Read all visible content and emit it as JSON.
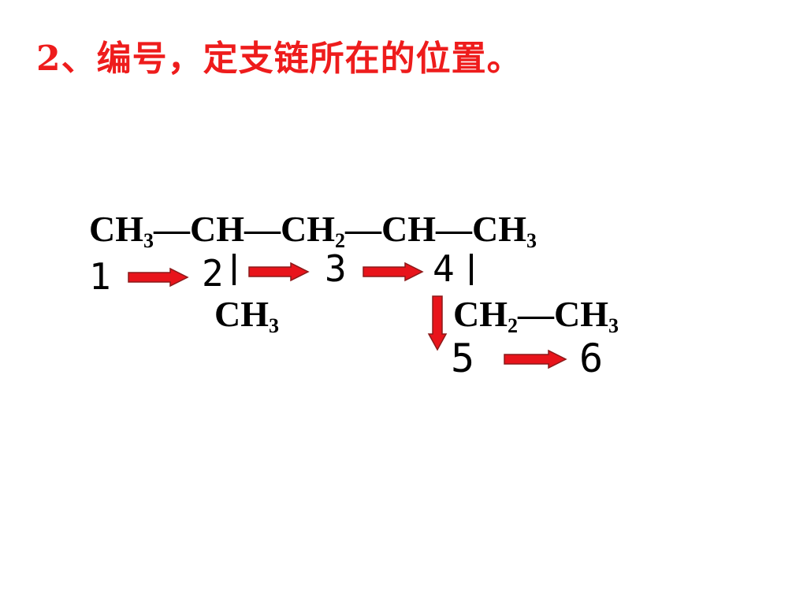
{
  "title": "2、编号，定支链所在的位置。",
  "formula": {
    "main_chain": {
      "g1": "CH",
      "g1_sub": "3",
      "bond1": "—",
      "g2": "CH",
      "bond2": "—",
      "g3": "CH",
      "g3_sub": "2",
      "bond3": "—",
      "g4": "CH",
      "bond4": "—",
      "g5": "CH",
      "g5_sub": "3"
    },
    "branch_left": {
      "text": "CH",
      "sub": "3"
    },
    "branch_right": {
      "g1": "CH",
      "g1_sub": "2",
      "bond": "—",
      "g2": "CH",
      "g2_sub": "3"
    }
  },
  "numbers": [
    "1",
    "2",
    "3",
    "4",
    "5",
    "6"
  ],
  "colors": {
    "title": "#ee1c1c",
    "arrow_fill": "#e8141b",
    "arrow_stroke": "#8b1a1a"
  }
}
